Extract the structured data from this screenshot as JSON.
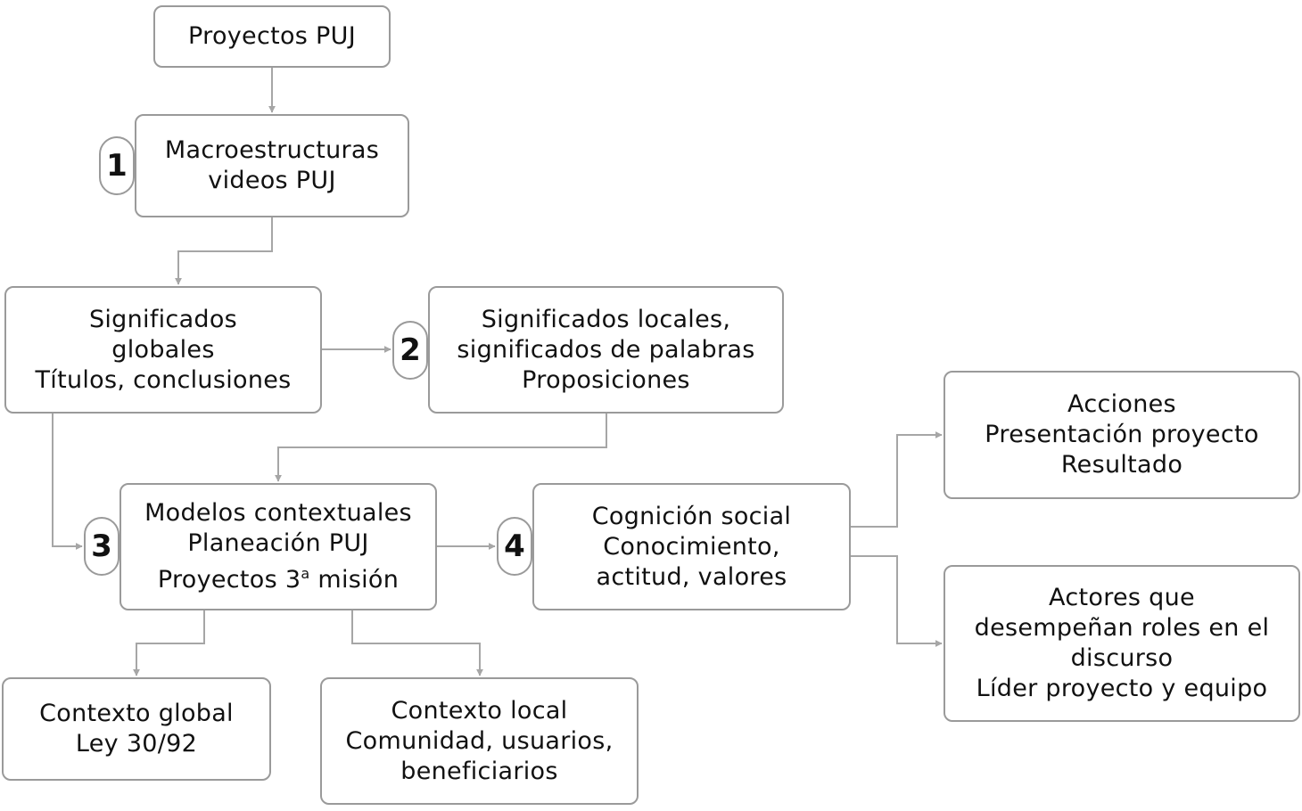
{
  "nodes": {
    "proyectos_puj": {
      "lines": [
        "Proyectos PUJ"
      ]
    },
    "macroestructuras": {
      "lines": [
        "Macroestructuras",
        "videos PUJ"
      ]
    },
    "significados_globales": {
      "lines": [
        "Significados",
        "globales",
        "Títulos, conclusiones"
      ]
    },
    "significados_locales": {
      "lines": [
        "Significados locales,",
        "significados de palabras",
        "Proposiciones"
      ]
    },
    "modelos_contextuales": {
      "lines": [
        "Modelos contextuales",
        "Planeación PUJ",
        "Proyectos 3",
        "a",
        " misión"
      ]
    },
    "cognicion_social": {
      "lines": [
        "Cognición social",
        "Conocimiento,",
        "actitud, valores"
      ]
    },
    "acciones": {
      "lines": [
        "Acciones",
        "Presentación proyecto",
        "Resultado"
      ]
    },
    "actores": {
      "lines": [
        "Actores que",
        "desempeñan roles en el",
        "discurso",
        "Líder proyecto y equipo"
      ]
    },
    "contexto_global": {
      "lines": [
        "Contexto global",
        "Ley 30/92"
      ]
    },
    "contexto_local": {
      "lines": [
        "Contexto local",
        "Comunidad, usuarios,",
        "beneficiarios"
      ]
    }
  },
  "badges": [
    "1",
    "2",
    "3",
    "4"
  ],
  "colors": {
    "border": "#9a9a9a",
    "connector": "#a6a6a6",
    "text": "#111111",
    "background": "#ffffff"
  }
}
